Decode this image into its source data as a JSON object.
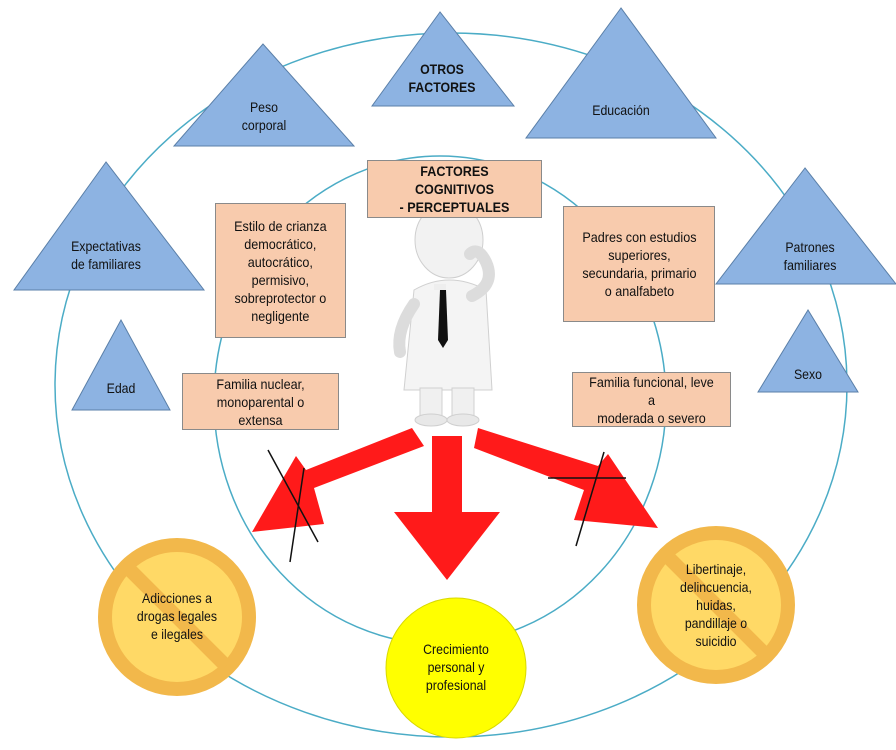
{
  "colors": {
    "triangle_fill": "#8db3e2",
    "triangle_stroke": "#5a7fa8",
    "circle_stroke": "#4bacc6",
    "box_fill": "#f8cbad",
    "arrow_red": "#ff1a1a",
    "no_sign_fill": "#ffd966",
    "no_sign_ring": "#f2b84b",
    "center_yellow": "#ffff00"
  },
  "triangles": {
    "otros_factores": "OTROS\nFACTORES",
    "peso": "Peso\ncorporal",
    "educacion": "Educación",
    "expectativas": "Expectativas\nde familiares",
    "patrones": "Patrones\nfamiliares",
    "edad": "Edad",
    "sexo": "Sexo"
  },
  "boxes": {
    "title": "FACTORES COGNITIVOS\n- PERCEPTUALES",
    "crianza": "Estilo de crianza\ndemocrático,\nautocrático,\npermisivo,\nsobreprotector o\nnegligente",
    "padres": "Padres con estudios\nsuperiores,\nsecundaria, primario\no analfabeto",
    "familia_nuclear": "Familia nuclear,\nmonoparental o extensa",
    "familia_funcional": "Familia funcional,  leve a\nmoderada o severo"
  },
  "outcomes": {
    "adicciones": "Adicciones a\ndrogas legales\ne ilegales",
    "crecimiento": "Crecimiento\npersonal y\nprofesional",
    "libertinaje": "Libertinaje,\ndelincuencia,\nhuidas,\npandillaje o\nsuicidio"
  },
  "icons": {
    "figure": "thinking-person-icon",
    "no_sign": "prohibition-icon",
    "arrow": "red-arrow-icon"
  }
}
